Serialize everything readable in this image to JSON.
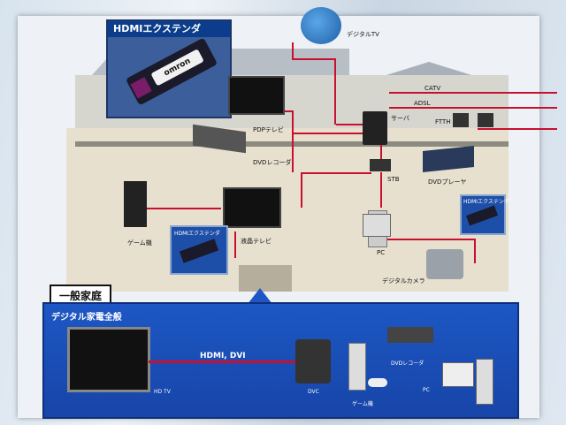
{
  "exhibit": {
    "main_title": "HDMIエクステンダ",
    "section_tab": "一般家庭",
    "bottom_panel_title": "デジタル家電全般",
    "brand_logo": "omron"
  },
  "house_labels": {
    "digital_tv": "デジタルTV",
    "catv": "CATV",
    "adsl": "ADSL",
    "server": "サーバ",
    "ftth": "FTTH",
    "pdp_tv": "PDPテレビ",
    "dvd_recorder": "DVDレコーダ",
    "stb": "STB",
    "dvd_player": "DVDプレーヤ",
    "game": "ゲーム機",
    "lcd_tv": "液晶テレビ",
    "hdmi_extender_small": "HDMIエクステンダ",
    "hdmi_extender_right": "HDMIエクステンダ",
    "pc": "PC",
    "camera": "デジタルカメラ"
  },
  "bottom_labels": {
    "hdmi_dvi": "HDMI, DVI",
    "hd_tv": "HD TV",
    "dvc": "DVC",
    "game": "ゲーム機",
    "dvd_recorder": "DVDレコーダ",
    "pc": "PC"
  },
  "colors": {
    "cable": "#c8102e",
    "panel_blue": "#1d57c4",
    "title_blue": "#0b3d8c"
  }
}
